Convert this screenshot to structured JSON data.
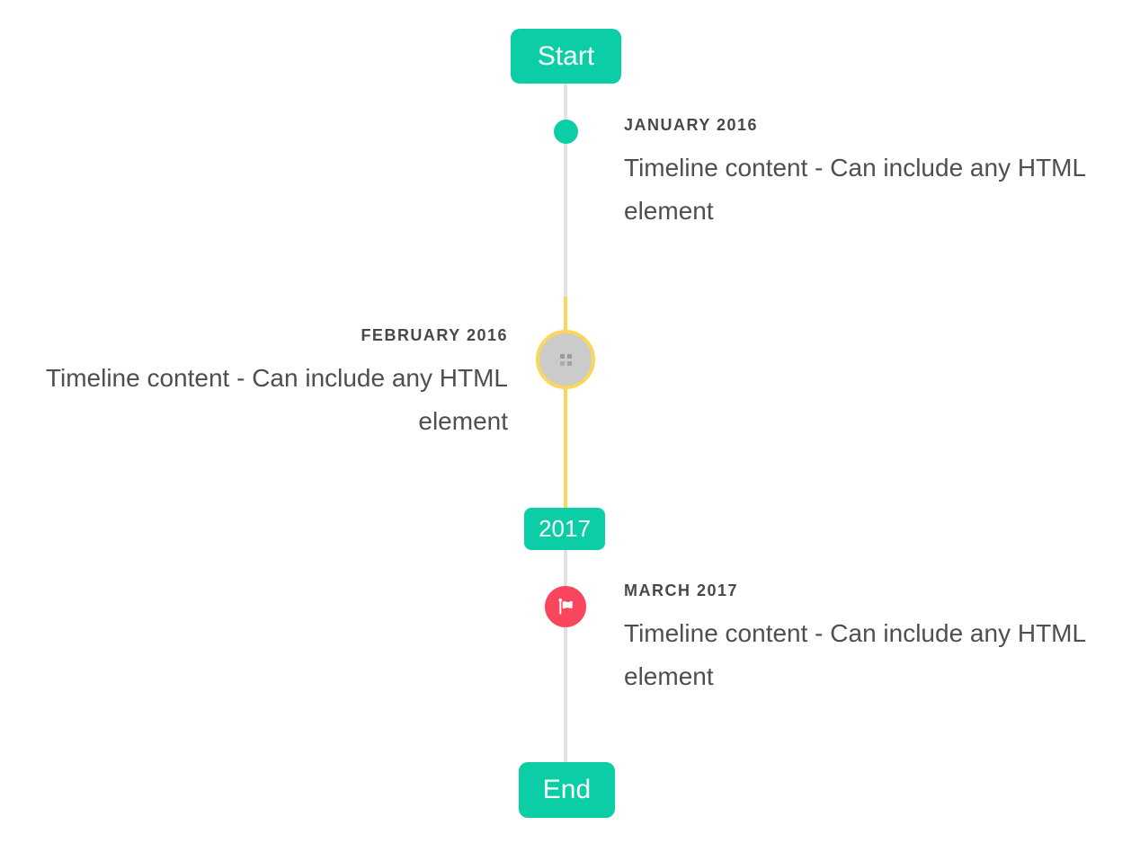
{
  "timeline": {
    "start_badge": "Start",
    "end_badge": "End",
    "year_badge": "2017",
    "events": [
      {
        "date": "JANUARY 2016",
        "content": "Timeline content - Can include any HTML element",
        "side": "right",
        "marker_icon": "teal-dot"
      },
      {
        "date": "FEBRUARY 2016",
        "content": "Timeline content - Can include any HTML element",
        "side": "left",
        "marker_icon": "broken-image-placeholder"
      },
      {
        "date": "MARCH 2017",
        "content": "Timeline content - Can include any HTML element",
        "side": "right",
        "marker_icon": "flag"
      }
    ],
    "colors": {
      "accent_teal": "#0BCDA6",
      "line_gray": "#E2E2E4",
      "highlight_yellow": "#FBD65C",
      "flag_marker_red": "#F9455E",
      "disabled_marker_gray": "#CBCBCB",
      "date_text": "#46484D",
      "body_text": "#4F4F4F"
    }
  }
}
